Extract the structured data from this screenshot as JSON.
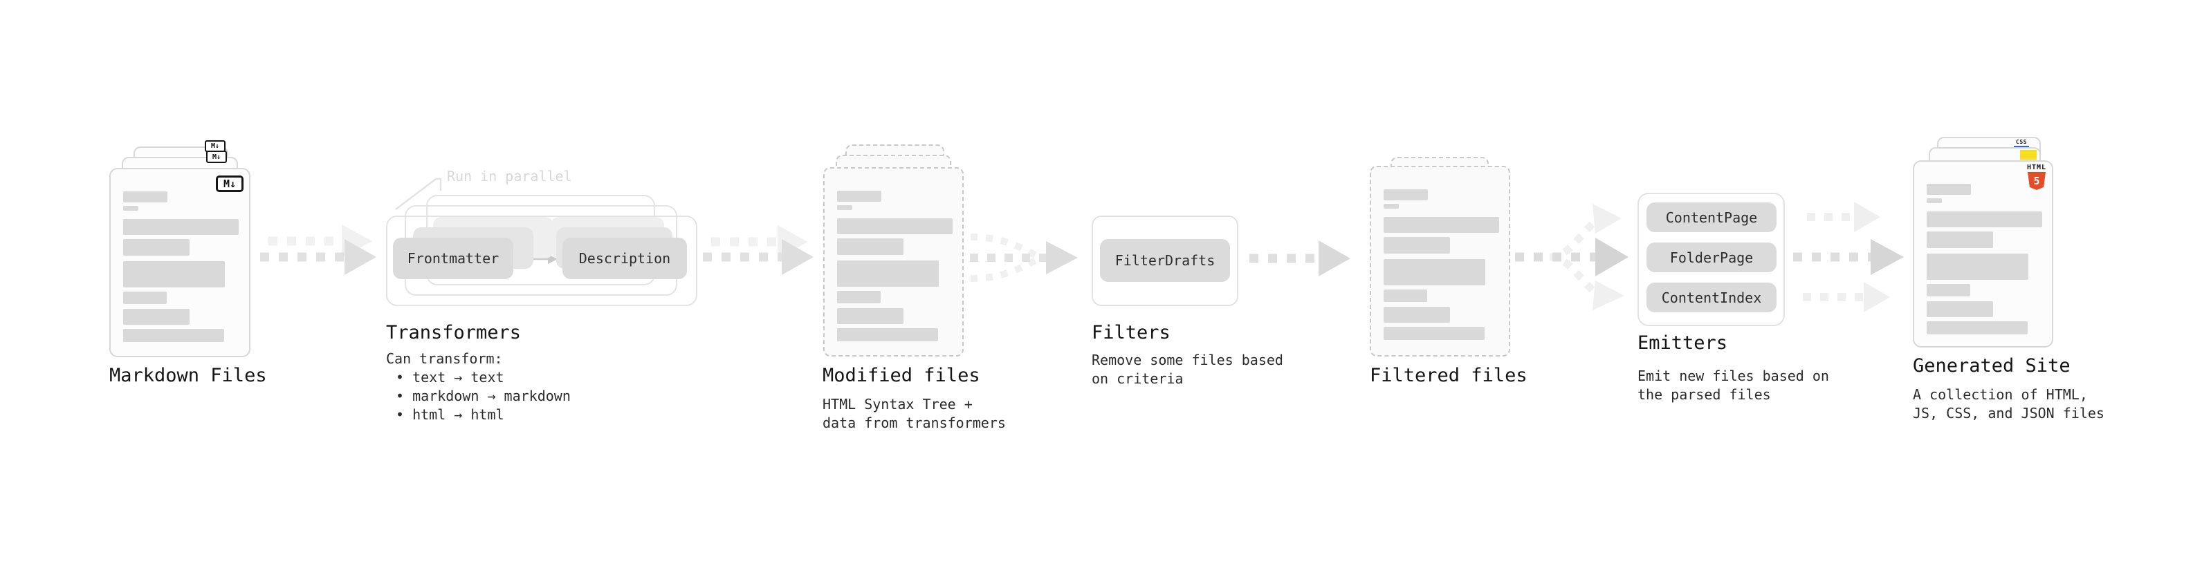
{
  "diagram": {
    "sections": {
      "markdown_files": {
        "label": "Markdown Files",
        "badge": "M↓"
      },
      "transformers": {
        "label": "Transformers",
        "note": "Run in parallel",
        "pill_left": "Frontmatter",
        "pill_right": "Description",
        "desc_title": "Can transform:",
        "bullets": [
          "• text → text",
          "• markdown → markdown",
          "• html → html"
        ]
      },
      "modified_files": {
        "label": "Modified files",
        "description": "HTML Syntax Tree +\ndata from transformers"
      },
      "filters": {
        "label": "Filters",
        "pill": "FilterDrafts",
        "description": "Remove some files based\non criteria"
      },
      "filtered_files": {
        "label": "Filtered files"
      },
      "emitters": {
        "label": "Emitters",
        "pills": [
          "ContentPage",
          "FolderPage",
          "ContentIndex"
        ],
        "description": "Emit new files based on\nthe parsed files"
      },
      "generated_site": {
        "label": "Generated Site",
        "badge_css": "CSS",
        "badge_html_text": "HTML",
        "badge_html_number": "5",
        "description": "A collection of HTML,\nJS, CSS, and JSON files"
      }
    },
    "colors": {
      "html5_orange": "#e44d26",
      "js_yellow": "#f7df1e",
      "css_blue": "#2965f1",
      "placeholder_gray": "#d9d9d9",
      "pill_gray": "#dbdbdb",
      "arrow_gray": "#dedede",
      "arrow_light": "#f0f0f0"
    },
    "placeholder_bars": [
      {
        "w": 64,
        "h": 16,
        "mt": 32
      },
      {
        "w": 22,
        "h": 7,
        "mt": 5
      },
      {
        "w": 167,
        "h": 23,
        "mt": 12
      },
      {
        "w": 96,
        "h": 24,
        "mt": 6
      },
      {
        "w": 147,
        "h": 38,
        "mt": 8
      },
      {
        "w": 63,
        "h": 18,
        "mt": 6
      },
      {
        "w": 96,
        "h": 23,
        "mt": 7
      },
      {
        "w": 146,
        "h": 19,
        "mt": 6
      }
    ]
  }
}
